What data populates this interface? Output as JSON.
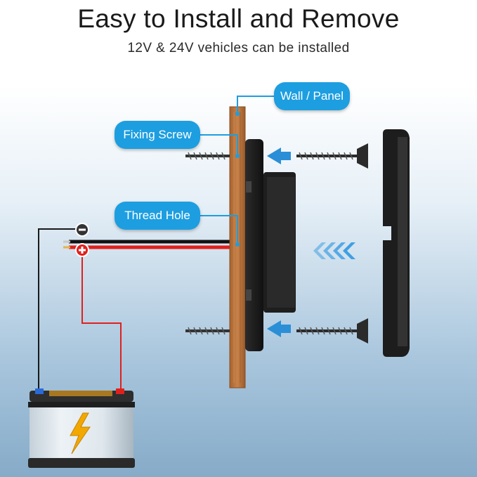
{
  "header": {
    "title": "Easy to Install and Remove",
    "subtitle": "12V & 24V vehicles can be installed"
  },
  "callouts": {
    "wall_panel": "Wall / Panel",
    "fixing_screw": "Fixing Screw",
    "thread_hole": "Thread Hole"
  },
  "terminals": {
    "negative": "−",
    "positive": "+"
  },
  "icons": [
    "lightning-bolt-icon",
    "arrow-left-icon",
    "double-chevron-left-icon",
    "screw-icon"
  ],
  "colors": {
    "callout_blue": "#1d9ee0",
    "wall_wood": "#b9733a",
    "wire_red": "#e0201d",
    "wire_black": "#1a1a1a",
    "arrow_blue": "#2a8fd6"
  }
}
